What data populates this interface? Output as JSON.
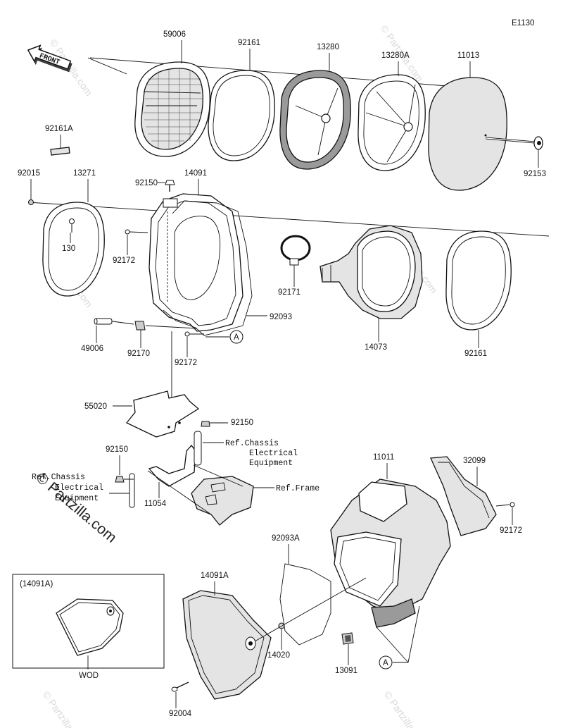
{
  "diagram_id": "E1130",
  "front_label": "FRONT",
  "watermark": "© Partzilla.com",
  "parts": {
    "p59006": "59006",
    "p92161_top": "92161",
    "p13280": "13280",
    "p13280A": "13280A",
    "p11013": "11013",
    "p92153": "92153",
    "p92161A": "92161A",
    "p92015": "92015",
    "p13271": "13271",
    "p130": "130",
    "p92150_top": "92150",
    "p14091": "14091",
    "p92172_a": "92172",
    "p92171": "92171",
    "p14073": "14073",
    "p92161_right": "92161",
    "p92093": "92093",
    "p49006": "49006",
    "p92170": "92170",
    "p92172_b": "92172",
    "p55020": "55020",
    "p92150_mid": "92150",
    "p92150_left": "92150",
    "p11054": "11054",
    "p11011": "11011",
    "p32099": "32099",
    "p92172_c": "92172",
    "p92093A": "92093A",
    "p14091A": "14091A",
    "p14020": "14020",
    "p13091": "13091",
    "p92004": "92004"
  },
  "callouts": {
    "a_upper": "A",
    "a_lower": "A"
  },
  "refs": {
    "chassis_elec_right_1": "Ref.Chassis",
    "chassis_elec_right_2": "Electrical",
    "chassis_elec_right_3": "Equipment",
    "frame": "Ref.Frame",
    "chassis_elec_left_1": "Ref.Chassis",
    "chassis_elec_left_2": "Electrical",
    "chassis_elec_left_3": "Equipment"
  },
  "inset": {
    "title": "(14091A)",
    "caption": "WOD"
  }
}
